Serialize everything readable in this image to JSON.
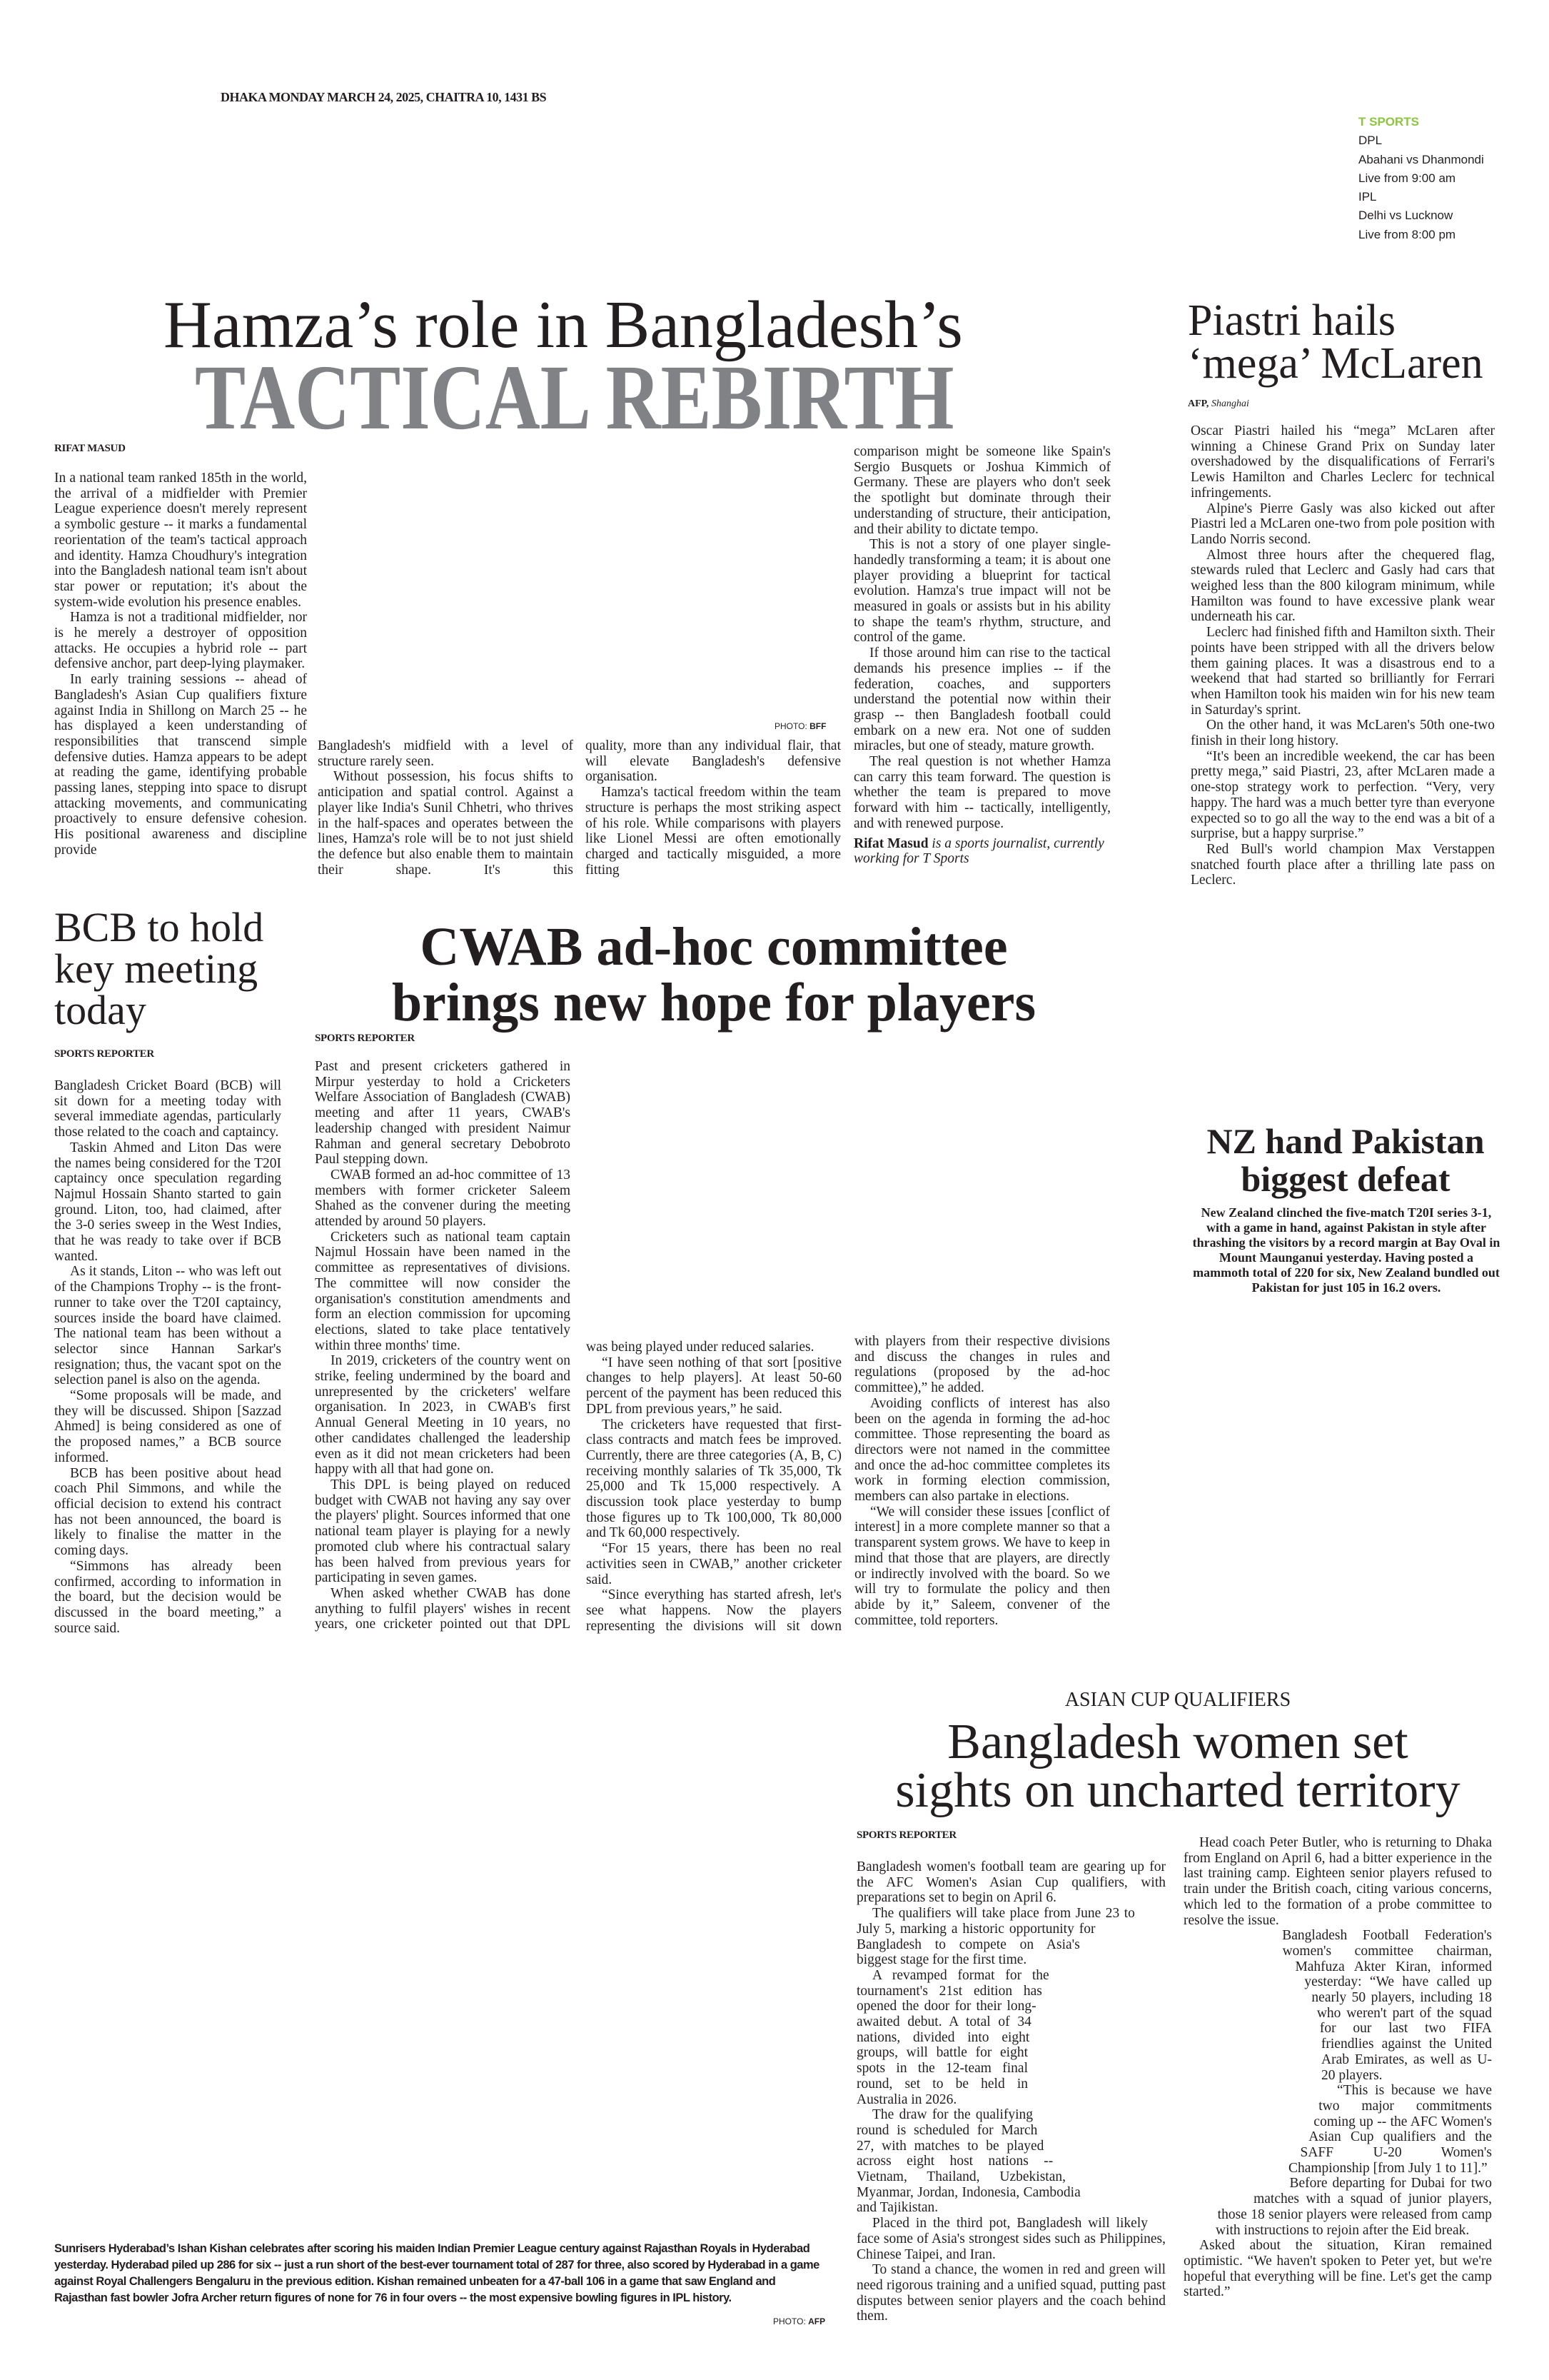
{
  "masthead": {
    "date": "DHAKA MONDAY MARCH 24, 2025, CHAITRA 10, 1431 BS"
  },
  "tv_guide": {
    "channel": "T SPORTS",
    "lines": [
      "DPL",
      "Abahani vs Dhanmondi",
      "Live from 9:00 am",
      "IPL",
      "Delhi vs Lucknow",
      "Live from 8:00 pm"
    ],
    "accent_color": "#8cc63f"
  },
  "hamza": {
    "headline_line1": "Hamza’s role in Bangladesh’s",
    "headline_line2": "TACTICAL REBIRTH",
    "headline_color": "#808285",
    "byline": "RIFAT MASUD",
    "photo_credit_label": "PHOTO: ",
    "photo_credit_source": "BFF",
    "columns": [
      [
        "In a national team ranked 185th in the world, the arrival of a midfielder with Premier League experience doesn't merely represent a symbolic gesture -- it marks a fundamental reorientation of the team's tactical approach and identity. Hamza Choudhury's integration into the Bangladesh national team isn't about star power or reputation; it's about the system-wide evolution his presence enables.",
        "Hamza is not a traditional midfielder, nor is he merely a destroyer of opposition attacks. He occupies a hybrid role -- part defensive anchor, part deep-lying playmaker.",
        "In early training sessions -- ahead of Bangladesh's Asian Cup qualifiers fixture against India in Shillong on March 25 -- he has displayed a keen understanding of responsibilities that transcend simple defensive duties. Hamza appears to be adept at reading the game, identifying probable passing lanes, stepping into space to disrupt attacking movements, and communicating proactively to ensure defensive cohesion. His positional awareness and discipline provide"
      ],
      [
        "Bangladesh's midfield with a level of structure rarely seen.",
        "Without possession, his focus shifts to anticipation and spatial control. Against a player like India's Sunil Chhetri, who thrives in the half-spaces and operates between the lines, Hamza's role will be to not just shield the defence but also enable them to maintain their shape. It's this"
      ],
      [
        "quality, more than any individual flair, that will elevate Bangladesh's defensive organisation.",
        "Hamza's tactical freedom within the team structure is perhaps the most striking aspect of his role. While comparisons with players like Lionel Messi are often emotionally charged and tactically misguided, a more fitting"
      ],
      [
        "comparison might be someone like Spain's Sergio Busquets or Joshua Kimmich of Germany. These are players who don't seek the spotlight but dominate through their understanding of structure, their anticipation, and their ability to dictate tempo.",
        "This is not a story of one player single-handedly transforming a team; it is about one player providing a blueprint for tactical evolution. Hamza's true impact will not be measured in goals or assists but in his ability to shape the team's rhythm, structure, and control of the game.",
        "If those around him can rise to the tactical demands his presence implies -- if the federation, coaches, and supporters understand the potential now within their grasp -- then Bangladesh football could embark on a new era. Not one of sudden miracles, but one of steady, mature growth.",
        "The real question is not whether Hamza can carry this team forward. The question is whether the team is prepared to move forward with him -- tactically, intelligently, and with renewed purpose."
      ]
    ],
    "author_name": "Rifat Masud",
    "author_note": " is a sports journalist, currently working for T Sports"
  },
  "piastri": {
    "headline_line1": "Piastri hails",
    "headline_line2": "‘mega’ McLaren",
    "agency": "AFP,",
    "place": " Shanghai",
    "paragraphs": [
      "Oscar Piastri hailed his “mega” McLaren after winning a Chinese Grand Prix on Sunday later overshadowed by the disqualifications of Ferrari's Lewis Hamilton and Charles Leclerc for technical infringements.",
      "Alpine's Pierre Gasly was also kicked out after Piastri led a McLaren one-two from pole position with Lando Norris second.",
      "Almost three hours after the chequered flag, stewards ruled that Leclerc and Gasly had cars that weighed less than the 800 kilogram minimum, while Hamilton was found to have excessive plank wear underneath his car.",
      "Leclerc had finished fifth and Hamilton sixth. Their points have been stripped with all the drivers below them gaining places. It was a disastrous end to a weekend that had started so brilliantly for Ferrari when Hamilton took his maiden win for his new team in Saturday's sprint.",
      "On the other hand, it was McLaren's 50th one-two finish in their long history.",
      "“It's been an incredible weekend, the car has been pretty mega,” said Piastri, 23, after McLaren made a one-stop strategy work to perfection. “Very, very happy. The hard was a much better tyre than everyone expected so to go all the way to the end was a bit of a surprise, but a happy surprise.”",
      "Red Bull's world champion Max Verstappen snatched fourth place after a thrilling late pass on Leclerc."
    ]
  },
  "bcb": {
    "headline": "BCB to hold key meeting today",
    "byline": "SPORTS REPORTER",
    "paragraphs": [
      "Bangladesh Cricket Board (BCB) will sit down for a meeting today with several immediate agendas, particularly those related to the coach and captaincy.",
      "Taskin Ahmed and Liton Das were the names being considered for the T20I captaincy once speculation regarding Najmul Hossain Shanto started to gain ground. Liton, too, had claimed, after the 3-0 series sweep in the West Indies, that he was ready to take over if BCB wanted.",
      "As it stands, Liton -- who was left out of the Champions Trophy -- is the front-runner to take over the T20I captaincy, sources inside the board have claimed. The national team has been without a selector since Hannan Sarkar's resignation; thus, the vacant spot on the selection panel is also on the agenda.",
      "“Some proposals will be made, and they will be discussed. Shipon [Sazzad Ahmed] is being considered as one of the proposed names,” a BCB source informed.",
      "BCB has been positive about head coach Phil Simmons, and while the official decision to extend his contract has not been announced, the board is likely to finalise the matter in the coming days.",
      "“Simmons has already been confirmed, according to information in the board, but the decision would be discussed in the board meeting,” a source said."
    ]
  },
  "cwab": {
    "headline_line1": "CWAB ad-hoc committee",
    "headline_line2": "brings new hope for players",
    "byline": "SPORTS REPORTER",
    "columns": [
      [
        "Past and present cricketers gathered in Mirpur yesterday to hold a Cricketers Welfare Association of Bangladesh (CWAB) meeting and after 11 years, CWAB's leadership changed with president Naimur Rahman and general secretary Debobroto Paul stepping down.",
        "CWAB formed an ad-hoc committee of 13 members with former cricketer Saleem Shahed as the convener during the meeting attended by around 50 players.",
        "Cricketers such as national team captain Najmul Hossain have been named in the committee as representatives of divisions. The committee will now consider the organisation's constitution amendments and form an election commission for upcoming elections, slated to take place tentatively within three months' time.",
        "In 2019, cricketers of the country went on strike, feeling undermined by the board and unrepresented by the cricketers' welfare organisation. In 2023, in CWAB's first Annual General Meeting in 10 years, no other candidates challenged the leadership even as it did not mean cricketers had been happy with all that had gone on.",
        "This DPL is being played on reduced budget with CWAB not having any say over the players' plight. Sources informed that one national team player is playing for a newly promoted club where his contractual salary has been halved from previous years for participating in seven games.",
        "When asked whether CWAB has done anything to fulfil players' wishes in recent years, one cricketer pointed out that DPL"
      ],
      [
        "was being played under reduced salaries.",
        "“I have seen nothing of that sort [positive changes to help players]. At least 50-60 percent of the payment has been reduced this DPL from previous years,” he said.",
        "The cricketers have requested that first-class contracts and match fees be improved. Currently, there are three categories (A, B, C) receiving monthly salaries of Tk 35,000, Tk 25,000 and Tk 15,000 respectively. A discussion took place yesterday to bump those figures up to Tk 100,000, Tk 80,000 and Tk 60,000 respectively.",
        "“For 15 years, there has been no real activities seen in CWAB,” another cricketer said.",
        "“Since everything has started afresh, let's see what happens. Now the players representing the divisions will sit down"
      ],
      [
        "with players from their respective divisions and discuss the changes in rules and regulations (proposed by the ad-hoc committee),” he added.",
        "Avoiding conflicts of interest has also been on the agenda in forming the ad-hoc committee. Those representing the board as directors were not named in the committee and once the ad-hoc committee completes its work in forming election commission, members can also partake in elections.",
        "“We will consider these issues [conflict of interest] in a more complete manner so that a transparent system grows. We have to keep in mind that those that are players, are directly or indirectly involved with the board. So we will try to formulate the policy and then abide by it,” Saleem, convener of the committee, told reporters."
      ]
    ]
  },
  "nz": {
    "headline_line1": "NZ hand Pakistan",
    "headline_line2": "biggest defeat",
    "summary": "New Zealand clinched the five-match T20I series 3-1, with a game in hand, against Pakistan in style after thrashing the visitors by a record margin at Bay Oval in Mount Maunganui yesterday. Having posted a mammoth total of 220 for six, New Zealand bundled out Pakistan for just 105 in 16.2 overs."
  },
  "asian_cup": {
    "kicker": "ASIAN CUP QUALIFIERS",
    "headline_line1": "Bangladesh women set",
    "headline_line2": "sights on uncharted territory",
    "byline": "SPORTS REPORTER",
    "columns": [
      [
        "Bangladesh women's football team are gearing up for the AFC Women's Asian Cup qualifiers, with preparations set to begin on April 6.",
        "The qualifiers will take place from June 23 to July 5, marking a historic opportunity for Bangladesh to compete on Asia's biggest stage for the first time.",
        "A revamped format for the tournament's 21st edition has opened the door for their long-awaited debut. A total of 34 nations, divided into eight groups, will battle for eight spots in the 12-team final round, set to be held in Australia in 2026.",
        "The draw for the qualifying round is scheduled for March 27, with matches to be played across eight host nations -- Vietnam, Thailand, Uzbekistan, Myanmar, Jordan, Indonesia, Cambodia and Tajikistan.",
        "Placed in the third pot, Bangladesh will likely face some of Asia's strongest sides such as Philippines, Chinese Taipei, and Iran.",
        "To stand a chance, the women in red and green will need rigorous training and a unified squad, putting past disputes between senior players and the coach behind them."
      ],
      [
        "Head coach Peter Butler, who is returning to Dhaka from England on April 6, had a bitter experience in the last training camp. Eighteen senior players refused to train under the British coach, citing various concerns, which led to the formation of a probe committee to resolve the issue.",
        "Bangladesh Football Federation's women's committee chairman, Mahfuza Akter Kiran, informed yesterday: “We have called up nearly 50 players, including 18 who weren't part of the squad for our last two FIFA friendlies against the United Arab Emirates, as well as U-20 players.",
        "“This is because we have two major commitments coming up -- the AFC Women's Asian Cup qualifiers and the SAFF U-20 Women's Championship [from July 1 to 11].”",
        "Before departing for Dubai for two matches with a squad of junior players, those 18 senior players were released from camp with instructions to rejoin after the Eid break.",
        "Asked about the situation, Kiran remained optimistic. “We haven't spoken to Peter yet, but we're hopeful that everything will be fine. Let's get the camp started.”"
      ]
    ]
  },
  "ipl_photo": {
    "caption": "Sunrisers Hyderabad’s Ishan Kishan celebrates after scoring his maiden Indian Premier League century against Rajasthan Royals in Hyderabad yesterday. Hyderabad piled up 286 for six -- just a run short of the best-ever tournament total of 287 for three, also scored by Hyderabad in a game against Royal Challengers Bengaluru in the previous edition. Kishan remained unbeaten for a 47-ball 106 in a game that saw England and Rajasthan fast bowler Jofra Archer return figures of none for 76 in four overs -- the most expensive bowling figures in IPL history.",
    "credit_label": "PHOTO: ",
    "credit_source": "AFP"
  }
}
